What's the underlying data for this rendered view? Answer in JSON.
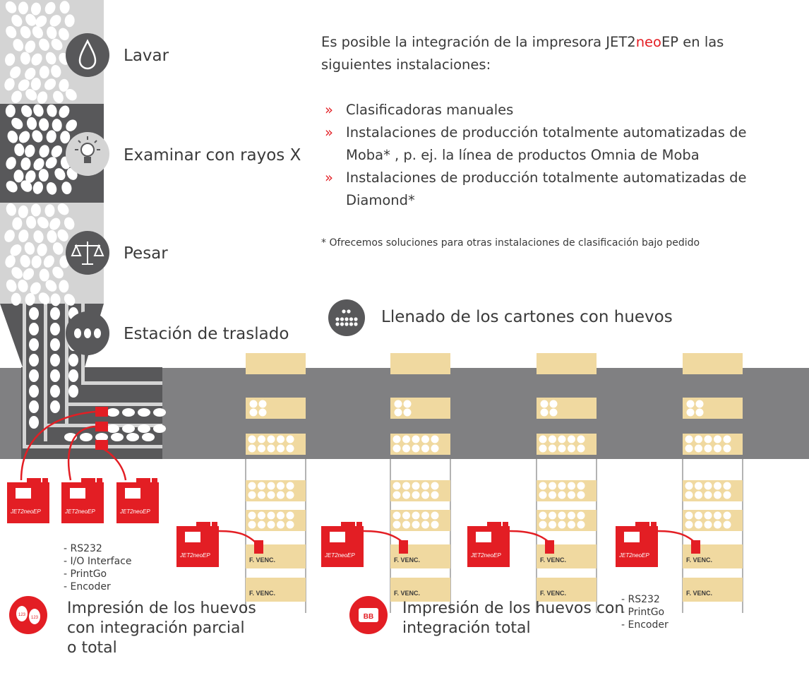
{
  "steps": {
    "wash": "Lavar",
    "xray": "Examinar con rayos X",
    "weigh": "Pesar",
    "transfer": "Estación de traslado"
  },
  "intro": {
    "before": "Es posible la integración de la impresora JET2",
    "highlight": "neo",
    "after": "EP en las siguientes instalaciones:"
  },
  "installations": [
    "Clasificadoras manuales",
    "Instalaciones de producción totalmente automatizadas de Moba* , p. ej. la línea de productos Omnia de Moba",
    "Instalaciones de producción totalmente automatizadas de Diamond*"
  ],
  "footnote": "* Ofrecemos soluciones para otras instalaciones de clasificación bajo pedido",
  "filling_title": "Llenado de los cartones con huevos",
  "printer_brand": {
    "prefix": "JET2",
    "neo": "neo",
    "suffix": "EP"
  },
  "carton_label": "F. VENC.",
  "interfaces_left": "- RS232\n- I/O Interface\n- PrintGo\n- Encoder",
  "interfaces_right": "- RS232\n- PrintGo\n- Encoder",
  "caption_partial": "Impresión de los huevos\ncon integración parcial\no total",
  "caption_total": "Impresión de los huevos con\nintegración total",
  "icon_partial_text": "123",
  "icon_total_text": "BB",
  "colors": {
    "red": "#e31e24",
    "dark_gray": "#58585a",
    "belt_gray": "#808082",
    "light_gray": "#d4d4d4",
    "carton": "#f0d9a0",
    "text": "#3a3a3a"
  }
}
